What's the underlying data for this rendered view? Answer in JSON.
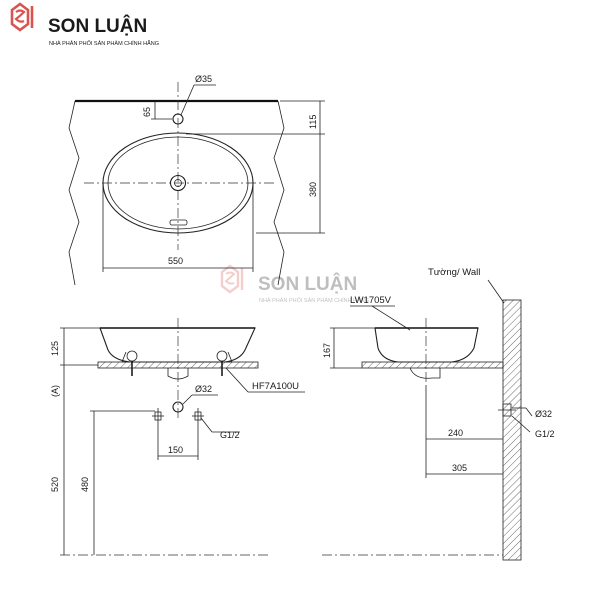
{
  "brand": {
    "name": "SON LUẬN",
    "tagline": "NHÀ PHÂN PHỐI SẢN PHẨM CHÍNH HÃNG",
    "logo_color": "#d9534f"
  },
  "top_view": {
    "hole_diameter": "Ø35",
    "dim_hole_offset": "65",
    "dim_top_to_center": "115",
    "dim_depth": "380",
    "dim_width": "550"
  },
  "front_view": {
    "dim_height": "125",
    "dim_a_label": "(A)",
    "drain_diameter": "Ø32",
    "drain_model": "HF7A100U",
    "inlet_spacing": "150",
    "inlet_thread": "G1/2",
    "dim_floor_to_counter": "520",
    "dim_floor_to_drain": "480"
  },
  "side_view": {
    "wall_label": "Tường/ Wall",
    "model": "LW1705V",
    "dim_height": "167",
    "drain_diameter": "Ø32",
    "dim_wall_to_drain": "240",
    "inlet_thread": "G1/2",
    "dim_wall_to_center": "305"
  }
}
